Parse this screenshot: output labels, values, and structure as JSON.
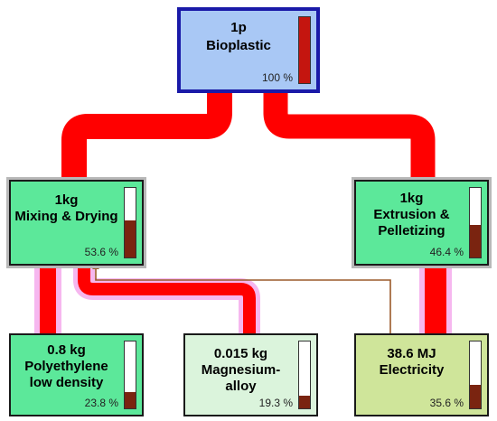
{
  "colors": {
    "flow": "#ff0000",
    "flow_glow": "#f6b7ef",
    "flow_thin": "#9b5a2a",
    "gauge_fill_main": "#c4150f",
    "gauge_fill": "#7a2410"
  },
  "nodes": {
    "bioplastic": {
      "amount": "1p",
      "name": "Bioplastic",
      "pct": "100 %",
      "share": 1.0,
      "bg": "#a9c8f5"
    },
    "mixing": {
      "amount": "1kg",
      "name": "Mixing & Drying",
      "pct": "53.6 %",
      "share": 0.536,
      "bg": "#5ce89a"
    },
    "extrusion": {
      "amount": "1kg",
      "name": "Extrusion & Pelletizing",
      "pct": "46.4 %",
      "share": 0.464,
      "bg": "#5ce89a"
    },
    "pe": {
      "amount": "0.8 kg",
      "name": "Polyethylene low density",
      "pct": "23.8 %",
      "share": 0.238,
      "bg": "#5ce89a"
    },
    "mg": {
      "amount": "0.015 kg",
      "name": "Magnesium-alloy",
      "pct": "19.3 %",
      "share": 0.193,
      "bg": "#dbf4dc"
    },
    "elec": {
      "amount": "38.6 MJ",
      "name": "Electricity",
      "pct": "35.6 %",
      "share": 0.356,
      "bg": "#cfe59a"
    }
  }
}
